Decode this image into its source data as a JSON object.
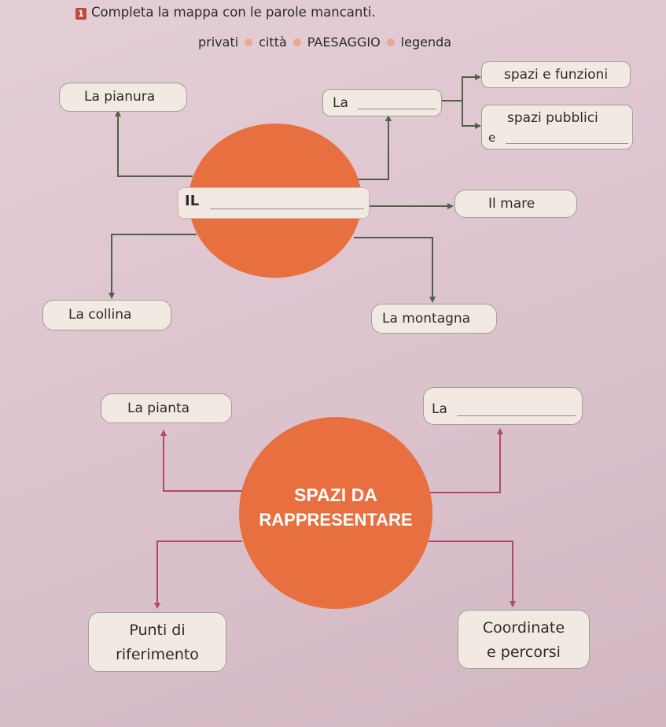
{
  "exercise": {
    "number": "1",
    "instruction": "Completa la mappa con le parole mancanti.",
    "word_bank": [
      "privati",
      "città",
      "PAESAGGIO",
      "legenda"
    ]
  },
  "map1": {
    "center_prefix": "IL",
    "pianura": "La pianura",
    "la_blank": "La",
    "funzioni": "spazi e funzioni",
    "pubblici": "spazi pubblici",
    "e_blank": "e",
    "mare": "Il mare",
    "collina": "La collina",
    "montagna": "La montagna"
  },
  "map2": {
    "center_line1": "SPAZI DA",
    "center_line2": "RAPPRESENTARE",
    "pianta": "La pianta",
    "la_blank": "La",
    "punti_line1": "Punti di",
    "punti_line2": "riferimento",
    "coord_line1": "Coordinate",
    "coord_line2": "e percorsi"
  },
  "colors": {
    "background": "#dcc4ce",
    "accent_orange": "#e86f3f",
    "box_fill": "#f2e9e2",
    "box_border": "#9aa48e",
    "connector": "#4f6146"
  }
}
